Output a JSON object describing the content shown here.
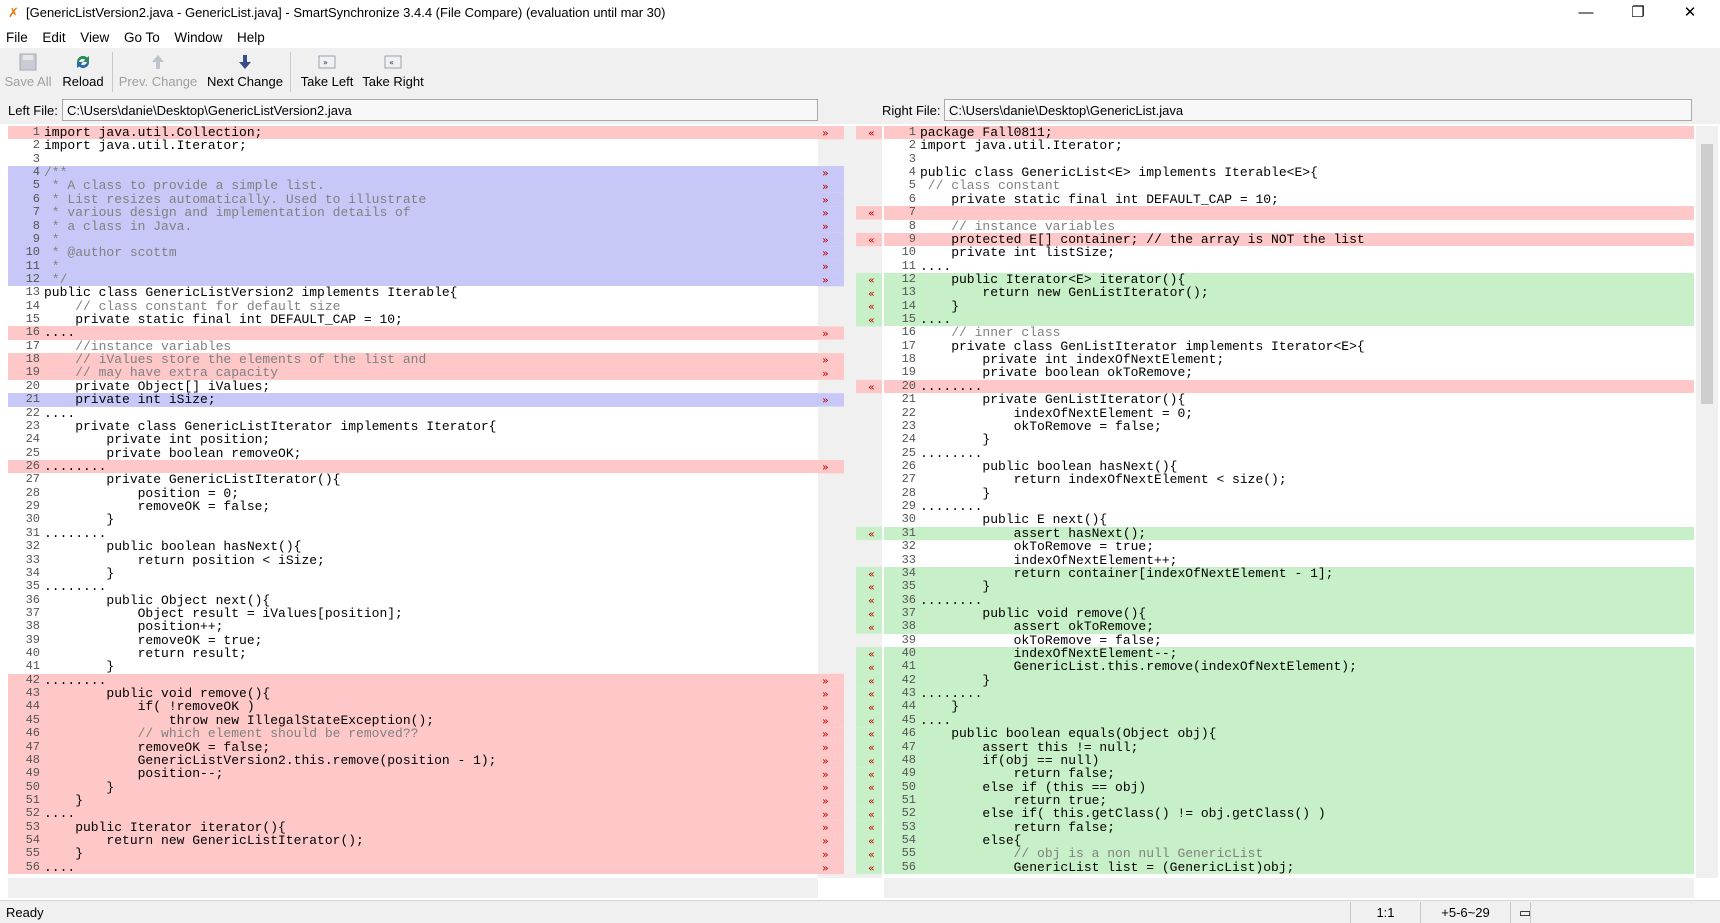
{
  "window": {
    "title": "[GenericListVersion2.java - GenericList.java] - SmartSynchronize 3.4.4 (File Compare) (evaluation until mar 30)",
    "minimize": "—",
    "maximize": "❐",
    "close": "✕"
  },
  "menu": [
    "File",
    "Edit",
    "View",
    "Go To",
    "Window",
    "Help"
  ],
  "toolbar": {
    "save_all": "Save All",
    "reload": "Reload",
    "prev_change": "Prev. Change",
    "next_change": "Next Change",
    "take_left": "Take Left",
    "take_right": "Take Right"
  },
  "files": {
    "left_label": "Left File:",
    "left_path": "C:\\Users\\danie\\Desktop\\GenericListVersion2.java",
    "right_label": "Right File:",
    "right_path": "C:\\Users\\danie\\Desktop\\GenericList.java"
  },
  "colors": {
    "changed": "#ffc8c8",
    "moved": "#c8c8f8",
    "added": "#c8f0c8",
    "empty": "#ffffff"
  },
  "left_lines": [
    {
      "n": "1",
      "t": "import java.util.Collection;",
      "bg": "changed"
    },
    {
      "n": "2",
      "t": "import java.util.Iterator;",
      "bg": "empty"
    },
    {
      "n": "3",
      "t": "",
      "bg": "empty"
    },
    {
      "n": "4",
      "t": "/**",
      "bg": "moved"
    },
    {
      "n": "5",
      "t": " * A class to provide a simple list.",
      "bg": "moved"
    },
    {
      "n": "6",
      "t": " * List resizes automatically. Used to illustrate",
      "bg": "moved"
    },
    {
      "n": "7",
      "t": " * various design and implementation details of",
      "bg": "moved"
    },
    {
      "n": "8",
      "t": " * a class in Java.",
      "bg": "moved"
    },
    {
      "n": "9",
      "t": " *",
      "bg": "moved"
    },
    {
      "n": "10",
      "t": " * @author scottm",
      "bg": "moved"
    },
    {
      "n": "11",
      "t": " *",
      "bg": "moved"
    },
    {
      "n": "12",
      "t": " */",
      "bg": "moved"
    },
    {
      "n": "13",
      "t": "public class GenericListVersion2 implements Iterable{",
      "bg": "empty"
    },
    {
      "n": "14",
      "t": "    // class constant for default size",
      "bg": "empty"
    },
    {
      "n": "15",
      "t": "    private static final int DEFAULT_CAP = 10;",
      "bg": "empty"
    },
    {
      "n": "16",
      "t": "....",
      "bg": "changed"
    },
    {
      "n": "17",
      "t": "    //instance variables",
      "bg": "empty"
    },
    {
      "n": "18",
      "t": "    // iValues store the elements of the list and",
      "bg": "changed"
    },
    {
      "n": "19",
      "t": "    // may have extra capacity",
      "bg": "changed"
    },
    {
      "n": "20",
      "t": "    private Object[] iValues;",
      "bg": "empty"
    },
    {
      "n": "21",
      "t": "    private int iSize;",
      "bg": "moved"
    },
    {
      "n": "22",
      "t": "....",
      "bg": "empty"
    },
    {
      "n": "23",
      "t": "    private class GenericListIterator implements Iterator{",
      "bg": "empty"
    },
    {
      "n": "24",
      "t": "        private int position;",
      "bg": "empty"
    },
    {
      "n": "25",
      "t": "        private boolean removeOK;",
      "bg": "empty"
    },
    {
      "n": "26",
      "t": "........",
      "bg": "changed"
    },
    {
      "n": "27",
      "t": "        private GenericListIterator(){",
      "bg": "empty"
    },
    {
      "n": "28",
      "t": "            position = 0;",
      "bg": "empty"
    },
    {
      "n": "29",
      "t": "            removeOK = false;",
      "bg": "empty"
    },
    {
      "n": "30",
      "t": "        }",
      "bg": "empty"
    },
    {
      "n": "31",
      "t": "........",
      "bg": "empty"
    },
    {
      "n": "32",
      "t": "        public boolean hasNext(){",
      "bg": "empty"
    },
    {
      "n": "33",
      "t": "            return position < iSize;",
      "bg": "empty"
    },
    {
      "n": "34",
      "t": "        }",
      "bg": "empty"
    },
    {
      "n": "35",
      "t": "........",
      "bg": "empty"
    },
    {
      "n": "36",
      "t": "        public Object next(){",
      "bg": "empty"
    },
    {
      "n": "37",
      "t": "            Object result = iValues[position];",
      "bg": "empty"
    },
    {
      "n": "38",
      "t": "            position++;",
      "bg": "empty"
    },
    {
      "n": "39",
      "t": "            removeOK = true;",
      "bg": "empty"
    },
    {
      "n": "40",
      "t": "            return result;",
      "bg": "empty"
    },
    {
      "n": "41",
      "t": "        }",
      "bg": "empty"
    },
    {
      "n": "42",
      "t": "........",
      "bg": "changed"
    },
    {
      "n": "43",
      "t": "        public void remove(){",
      "bg": "changed"
    },
    {
      "n": "44",
      "t": "            if( !removeOK )",
      "bg": "changed"
    },
    {
      "n": "45",
      "t": "                throw new IllegalStateException();",
      "bg": "changed"
    },
    {
      "n": "46",
      "t": "            // which element should be removed??",
      "bg": "changed"
    },
    {
      "n": "47",
      "t": "            removeOK = false;",
      "bg": "changed"
    },
    {
      "n": "48",
      "t": "            GenericListVersion2.this.remove(position - 1);",
      "bg": "changed"
    },
    {
      "n": "49",
      "t": "            position--;",
      "bg": "changed"
    },
    {
      "n": "50",
      "t": "        }",
      "bg": "changed"
    },
    {
      "n": "51",
      "t": "    }",
      "bg": "changed"
    },
    {
      "n": "52",
      "t": "....",
      "bg": "changed"
    },
    {
      "n": "53",
      "t": "    public Iterator iterator(){",
      "bg": "changed"
    },
    {
      "n": "54",
      "t": "        return new GenericListIterator();",
      "bg": "changed"
    },
    {
      "n": "55",
      "t": "    }",
      "bg": "changed"
    },
    {
      "n": "56",
      "t": "....",
      "bg": "changed"
    }
  ],
  "right_lines": [
    {
      "n": "1",
      "t": "package Fall0811;",
      "bg": "changed"
    },
    {
      "n": "2",
      "t": "import java.util.Iterator;",
      "bg": "empty"
    },
    {
      "n": "3",
      "t": "",
      "bg": "empty"
    },
    {
      "n": "4",
      "t": "public class GenericList<E> implements Iterable<E>{",
      "bg": "empty"
    },
    {
      "n": "5",
      "t": " // class constant",
      "bg": "empty"
    },
    {
      "n": "6",
      "t": "    private static final int DEFAULT_CAP = 10;",
      "bg": "empty"
    },
    {
      "n": "7",
      "t": "",
      "bg": "changed"
    },
    {
      "n": "8",
      "t": "    // instance variables",
      "bg": "empty"
    },
    {
      "n": "9",
      "t": "    protected E[] container; // the array is NOT the list",
      "bg": "changed"
    },
    {
      "n": "10",
      "t": "    private int listSize;",
      "bg": "empty"
    },
    {
      "n": "11",
      "t": "....",
      "bg": "empty"
    },
    {
      "n": "12",
      "t": "    public Iterator<E> iterator(){",
      "bg": "added"
    },
    {
      "n": "13",
      "t": "        return new GenListIterator();",
      "bg": "added"
    },
    {
      "n": "14",
      "t": "    }",
      "bg": "added"
    },
    {
      "n": "15",
      "t": "....",
      "bg": "added"
    },
    {
      "n": "16",
      "t": "    // inner class",
      "bg": "empty"
    },
    {
      "n": "17",
      "t": "    private class GenListIterator implements Iterator<E>{",
      "bg": "empty"
    },
    {
      "n": "18",
      "t": "        private int indexOfNextElement;",
      "bg": "empty"
    },
    {
      "n": "19",
      "t": "        private boolean okToRemove;",
      "bg": "empty"
    },
    {
      "n": "20",
      "t": "........",
      "bg": "changed"
    },
    {
      "n": "21",
      "t": "        private GenListIterator(){",
      "bg": "empty"
    },
    {
      "n": "22",
      "t": "            indexOfNextElement = 0;",
      "bg": "empty"
    },
    {
      "n": "23",
      "t": "            okToRemove = false;",
      "bg": "empty"
    },
    {
      "n": "24",
      "t": "        }",
      "bg": "empty"
    },
    {
      "n": "25",
      "t": "........",
      "bg": "empty"
    },
    {
      "n": "26",
      "t": "        public boolean hasNext(){",
      "bg": "empty"
    },
    {
      "n": "27",
      "t": "            return indexOfNextElement < size();",
      "bg": "empty"
    },
    {
      "n": "28",
      "t": "        }",
      "bg": "empty"
    },
    {
      "n": "29",
      "t": "........",
      "bg": "empty"
    },
    {
      "n": "30",
      "t": "        public E next(){",
      "bg": "empty"
    },
    {
      "n": "31",
      "t": "            assert hasNext();",
      "bg": "added"
    },
    {
      "n": "32",
      "t": "            okToRemove = true;",
      "bg": "empty"
    },
    {
      "n": "33",
      "t": "            indexOfNextElement++;",
      "bg": "empty"
    },
    {
      "n": "34",
      "t": "            return container[indexOfNextElement - 1];",
      "bg": "added"
    },
    {
      "n": "35",
      "t": "        }",
      "bg": "added"
    },
    {
      "n": "36",
      "t": "........",
      "bg": "added"
    },
    {
      "n": "37",
      "t": "        public void remove(){",
      "bg": "added"
    },
    {
      "n": "38",
      "t": "            assert okToRemove;",
      "bg": "added"
    },
    {
      "n": "39",
      "t": "            okToRemove = false;",
      "bg": "empty"
    },
    {
      "n": "40",
      "t": "            indexOfNextElement--;",
      "bg": "added"
    },
    {
      "n": "41",
      "t": "            GenericList.this.remove(indexOfNextElement);",
      "bg": "added"
    },
    {
      "n": "42",
      "t": "        }",
      "bg": "added"
    },
    {
      "n": "43",
      "t": "........",
      "bg": "added"
    },
    {
      "n": "44",
      "t": "    }",
      "bg": "added"
    },
    {
      "n": "45",
      "t": "....",
      "bg": "added"
    },
    {
      "n": "46",
      "t": "    public boolean equals(Object obj){",
      "bg": "added"
    },
    {
      "n": "47",
      "t": "        assert this != null;",
      "bg": "added"
    },
    {
      "n": "48",
      "t": "        if(obj == null)",
      "bg": "added"
    },
    {
      "n": "49",
      "t": "            return false;",
      "bg": "added"
    },
    {
      "n": "50",
      "t": "        else if (this == obj)",
      "bg": "added"
    },
    {
      "n": "51",
      "t": "            return true;",
      "bg": "added"
    },
    {
      "n": "52",
      "t": "        else if( this.getClass() != obj.getClass() )",
      "bg": "added"
    },
    {
      "n": "53",
      "t": "            return false;",
      "bg": "added"
    },
    {
      "n": "54",
      "t": "        else{",
      "bg": "added"
    },
    {
      "n": "55",
      "t": "            // obj is a non null GenericList",
      "bg": "added"
    },
    {
      "n": "56",
      "t": "            GenericList list = (GenericList)obj;",
      "bg": "added"
    }
  ],
  "status": {
    "text": "Ready",
    "position": "1:1",
    "changes": "+5-6~29"
  }
}
